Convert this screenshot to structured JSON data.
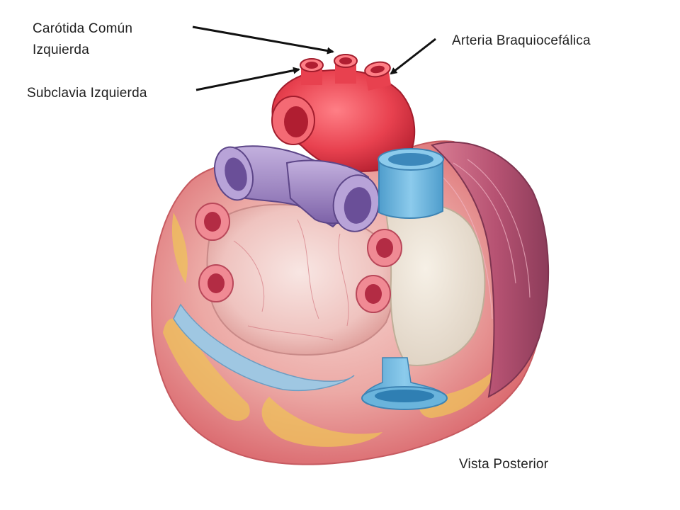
{
  "labels": {
    "carotida_line1": "Carótida Común",
    "carotida_line2": "Izquierda",
    "subclavia": "Subclavia  Izquierda",
    "braquiocefalica": "Arteria  Braquiocefálica",
    "vista": "Vista Posterior"
  },
  "colors": {
    "aorta": "#e8414f",
    "pulmonary_vein": "#9a7fc0",
    "vena_cava": "#6ab4dc",
    "myocardium": "#e9a2a0",
    "left_ventricle": "#b9546f",
    "fat": "#efc35a",
    "arrow": "#111111",
    "text": "#1f1f1f"
  }
}
